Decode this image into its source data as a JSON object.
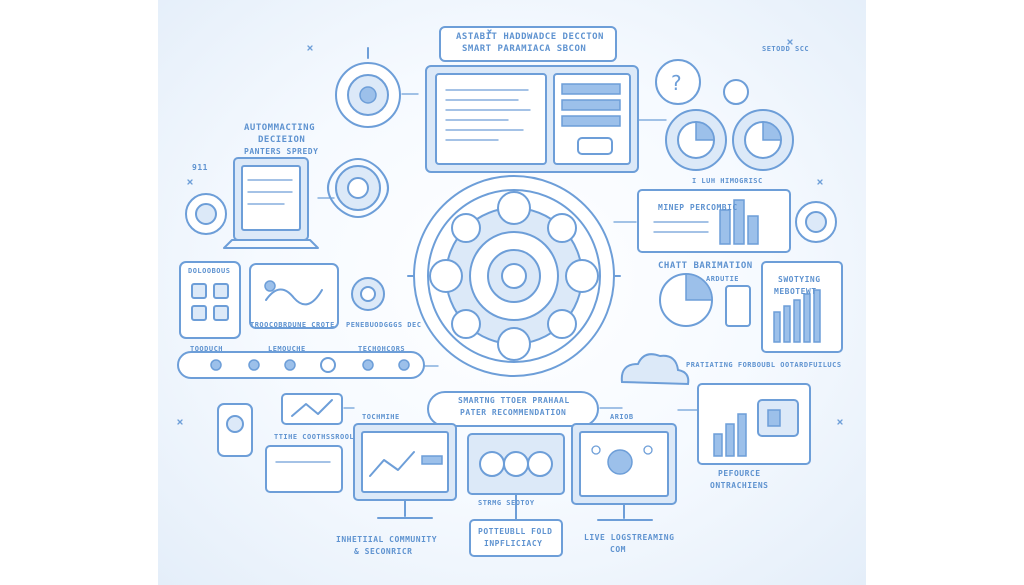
{
  "title": {
    "line1": "ASTABIT HADDWADCE DECCTON",
    "line2": "SMART PARAMIACA SBCON"
  },
  "labels": {
    "top_right": "SETODD SCC",
    "auto_line1": "AUTOMMACTING",
    "auto_line2": "DECIEION",
    "auto_line3": "PANTERS SPREDY",
    "counter": "911",
    "dash_caption": "I LUH HIMOGRISC",
    "minep": "MINEP PERCOMBIC",
    "chart_line1": "CHATT BARIMATION",
    "chart_line2": "ARDUTIE",
    "swotying_line1": "SWOTYING",
    "swotying_line2": "MEBOTEWT",
    "device_caption": "DOLOOBOUS",
    "screen_caption": "TROOCOBRDUNE CROTE",
    "gear_caption": "PENEBUODGGGS DEC",
    "bar_left": "TOODUCH",
    "bar_mid": "LEMOUCHE",
    "bar_right": "TECHOHCORS",
    "pratitive": "PRATIATING FORBOUBL OOTARDFUILUCS",
    "rec_line1": "SMARTNG TTOER PRAHAAL",
    "rec_line2": "PATER RECOMMENDATION",
    "techmic": "TOCHMIHE",
    "ariob": "ARIOB",
    "time": "TTIHE COOTHSSROOL",
    "strm": "STRMG SEOTOY",
    "perf_line1": "PEFOURCE",
    "perf_line2": "ONTRACHIENS",
    "bottom_left_line1": "INHETIIAL COMMUNITY",
    "bottom_left_line2": "& SECONRICR",
    "bottom_mid_line1": "POTTEUBLL FOLD",
    "bottom_mid_line2": "INPFLICIACY",
    "bottom_right_line1": "LIVE LOGSTREAMING",
    "bottom_right_line2": "COM"
  },
  "colors": {
    "stroke": "#6d9ed8",
    "fill": "#cfe1f6",
    "fill_dark": "#8fb8e8",
    "text": "#5f93d0"
  }
}
